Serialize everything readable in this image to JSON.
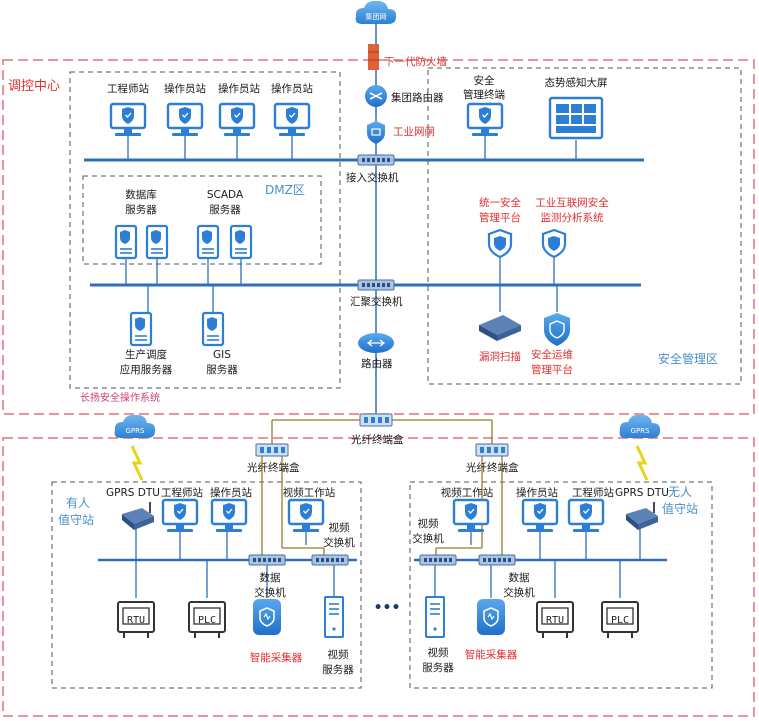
{
  "zones": {
    "control_center": "调控中心",
    "dmz": "DMZ区",
    "security_zone": "安全管理区",
    "system_name": "长扬安全操作系统",
    "manned_station": [
      "有人",
      "值守站"
    ],
    "unmanned_station": [
      "无人",
      "值守站"
    ]
  },
  "top": {
    "cloud": "集团网",
    "firewall": "下一代防火墙",
    "router": "集团路由器",
    "gateway": "工业网闸",
    "access_switch": "接入交换机",
    "agg_switch": "汇聚交换机",
    "core_router": "路由器",
    "fiber_box": "光纤终端盒"
  },
  "control": {
    "workstations": [
      "工程师站",
      "操作员站",
      "操作员站",
      "操作员站"
    ],
    "security_terminal": [
      "安全",
      "管理终端"
    ],
    "big_screen": "态势感知大屏",
    "db_server": [
      "数据库",
      "服务器"
    ],
    "scada_server": [
      "SCADA",
      "服务器"
    ],
    "prod_server": [
      "生产调度",
      "应用服务器"
    ],
    "gis_server": [
      "GIS",
      "服务器"
    ],
    "unified_platform": [
      "统一安全",
      "管理平台"
    ],
    "iiot_system": [
      "工业互联网安全",
      "监测分析系统"
    ],
    "vuln_scan": "漏洞扫描",
    "ops_platform": [
      "安全运维",
      "管理平台"
    ]
  },
  "left_station": {
    "fiber_box": "光纤终端盒",
    "gprs_cloud": "GPRS",
    "gprs_dtu": "GPRS DTU",
    "engineer": "工程师站",
    "operator": "操作员站",
    "video_ws": "视频工作站",
    "video_switch": [
      "视频",
      "交换机"
    ],
    "data_switch": [
      "数据",
      "交换机"
    ],
    "rtu": "RTU",
    "plc": "PLC",
    "collector": "智能采集器",
    "video_server": [
      "视频",
      "服务器"
    ]
  },
  "right_station": {
    "fiber_box": "光纤终端盒",
    "gprs_cloud": "GPRS",
    "gprs_dtu": "GPRS DTU",
    "video_ws": "视频工作站",
    "video_switch": [
      "视频",
      "交换机"
    ],
    "operator": "操作员站",
    "engineer": "工程师站",
    "data_switch": [
      "数据",
      "交换机"
    ],
    "rtu": "RTU",
    "plc": "PLC",
    "collector": "智能采集器",
    "video_server": [
      "视频",
      "服务器"
    ]
  },
  "ellipsis": "•••",
  "colors": {
    "zone_border": "#e0707a",
    "dash_border": "#555555",
    "bus": "#2f6fb5",
    "fiber": "#9a7a2a",
    "icon": "#2d7fd6",
    "accent_red": "#e03030"
  }
}
